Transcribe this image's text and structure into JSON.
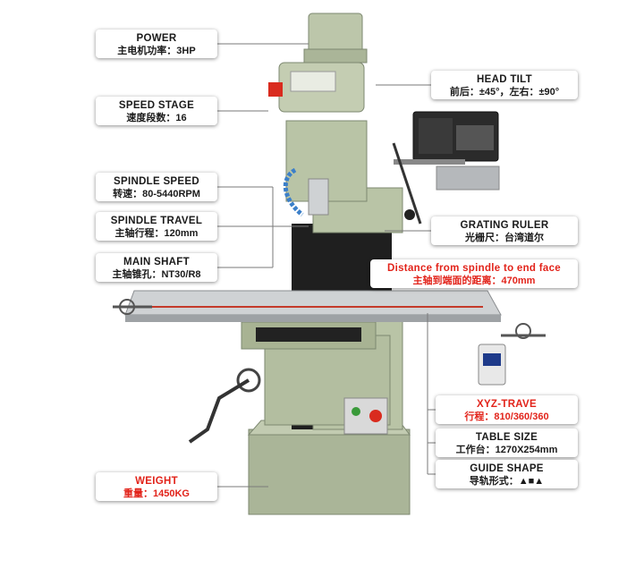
{
  "labels": {
    "power": {
      "title": "POWER",
      "value": "主电机功率：3HP"
    },
    "speed_stage": {
      "title": "SPEED STAGE",
      "value": "速度段数：16"
    },
    "spindle_speed": {
      "title": "SPINDLE SPEED",
      "value": "转速：80-5440RPM"
    },
    "spindle_travel": {
      "title": "SPINDLE TRAVEL",
      "value": "主轴行程：120mm"
    },
    "main_shaft": {
      "title": "MAIN SHAFT",
      "value": "主轴锥孔：NT30/R8"
    },
    "weight": {
      "title": "WEIGHT",
      "value": "重量：1450KG"
    },
    "head_tilt": {
      "title": "HEAD TILT",
      "value": "前后：±45°，左右：±90°"
    },
    "grating_ruler": {
      "title": "GRATING RULER",
      "value": "光栅尺：台湾道尔"
    },
    "distance": {
      "title": "Distance from spindle to end face",
      "value": "主轴到端面的距离：470mm"
    },
    "xyz_travel": {
      "title": "XYZ-TRAVE",
      "value": "行程：810/360/360"
    },
    "table_size": {
      "title": "TABLE SIZE",
      "value": "工作台：1270X254mm"
    },
    "guide_shape": {
      "title": "GUIDE SHAPE",
      "value": "导轨形式：▲■▲"
    }
  },
  "colors": {
    "machine_body": "#b9c4a6",
    "machine_shadow": "#8f9a7e",
    "table_steel": "#c9ccce",
    "highlight_text": "#e2231a"
  }
}
